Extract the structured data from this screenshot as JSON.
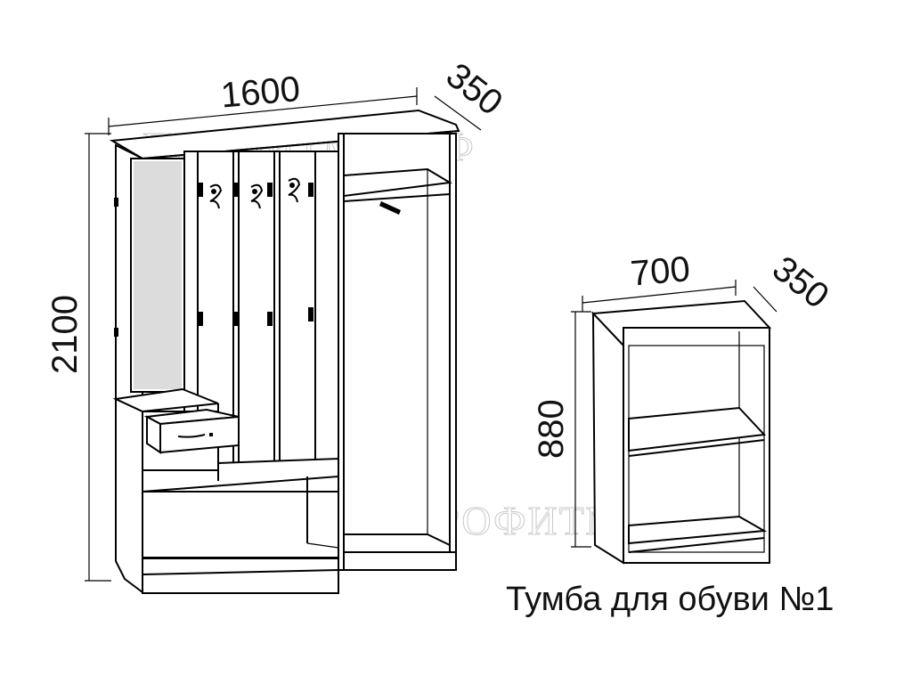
{
  "hallway": {
    "width_label": "1600",
    "depth_label": "350",
    "height_label": "2100"
  },
  "shoe_cabinet": {
    "width_label": "700",
    "depth_label": "350",
    "height_label": "880",
    "caption": "Тумба для обуви №1"
  },
  "watermark": "ПРОФИТМ67.РФ"
}
